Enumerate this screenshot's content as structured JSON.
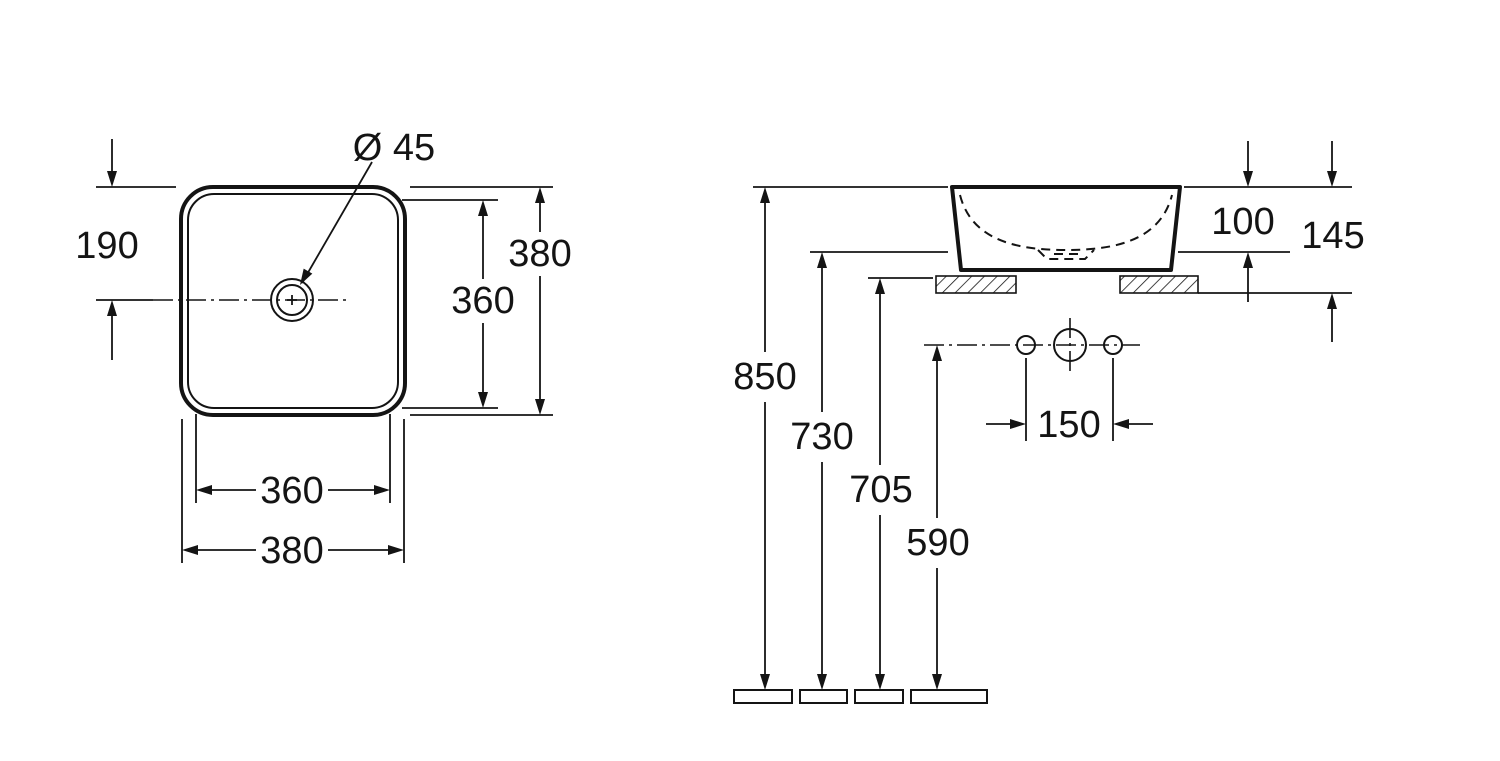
{
  "drawing": {
    "background_color": "#ffffff",
    "line_color": "#141414",
    "top_view": {
      "drain_diameter_label": "Ø 45",
      "dims": {
        "top_to_center": "190",
        "outer_height": "380",
        "inner_height": "360",
        "inner_width": "360",
        "outer_width": "380"
      }
    },
    "side_view": {
      "dims": {
        "rim_above_counter": "100",
        "total_height": "145",
        "floor_to_rim": "850",
        "floor_to_counter": "730",
        "floor_to_underside": "705",
        "floor_to_tap_hole": "590",
        "tap_hole_spacing": "150"
      }
    }
  }
}
